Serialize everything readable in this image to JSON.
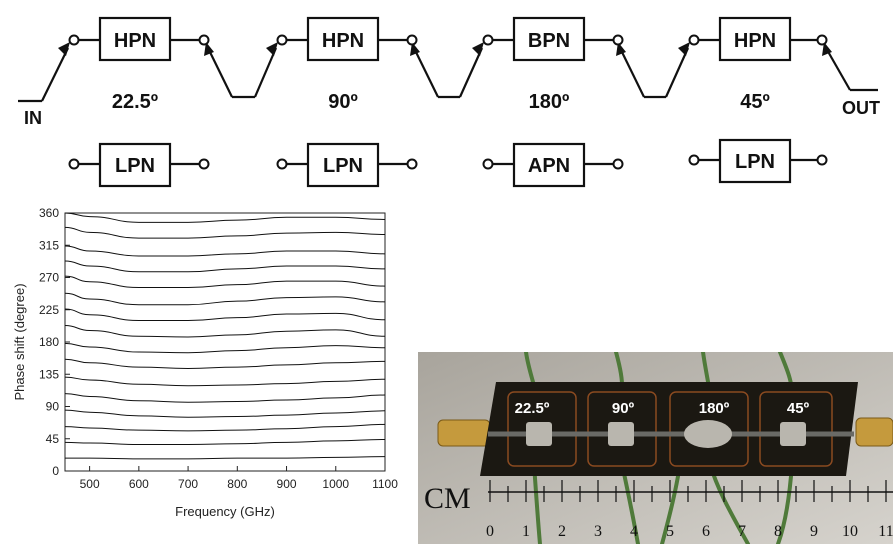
{
  "schematic": {
    "input_label": "IN",
    "output_label": "OUT",
    "stages": [
      {
        "top": "HPN",
        "bottom": "LPN",
        "angle": "22.5º"
      },
      {
        "top": "HPN",
        "bottom": "LPN",
        "angle": "90º"
      },
      {
        "top": "BPN",
        "bottom": "APN",
        "angle": "180º"
      },
      {
        "top": "HPN",
        "bottom": "LPN",
        "angle": "45º"
      }
    ]
  },
  "photo": {
    "labels": [
      "22.5º",
      "90º",
      "180º",
      "45º"
    ],
    "ruler_unit": "CM",
    "ruler_numbers": [
      "0",
      "1",
      "2",
      "3",
      "4",
      "5",
      "6",
      "7",
      "8",
      "9",
      "10",
      "11"
    ]
  },
  "chart_data": {
    "type": "line",
    "xlabel": "Frequency (GHz)",
    "ylabel": "Phase shift (degree)",
    "xlim": [
      450,
      1100
    ],
    "ylim": [
      0,
      360
    ],
    "xticks": [
      500,
      600,
      700,
      800,
      900,
      1000,
      1100
    ],
    "yticks": [
      0,
      45,
      90,
      135,
      180,
      225,
      270,
      315,
      360
    ],
    "x": [
      450,
      500,
      600,
      700,
      800,
      900,
      1000,
      1100
    ],
    "series": [
      {
        "values": [
          18,
          18,
          17,
          17,
          18,
          18,
          19,
          20
        ]
      },
      {
        "values": [
          40,
          39,
          37,
          37,
          38,
          40,
          42,
          44
        ]
      },
      {
        "values": [
          62,
          60,
          57,
          56,
          57,
          59,
          62,
          65
        ]
      },
      {
        "values": [
          85,
          82,
          77,
          75,
          76,
          78,
          81,
          84
        ]
      },
      {
        "values": [
          108,
          104,
          98,
          96,
          97,
          99,
          102,
          106
        ]
      },
      {
        "values": [
          131,
          127,
          121,
          119,
          120,
          122,
          125,
          128
        ]
      },
      {
        "values": [
          156,
          151,
          145,
          143,
          145,
          148,
          151,
          153
        ]
      },
      {
        "values": [
          178,
          173,
          166,
          165,
          168,
          172,
          175,
          172
        ]
      },
      {
        "values": [
          203,
          196,
          188,
          187,
          190,
          195,
          197,
          188
        ]
      },
      {
        "values": [
          226,
          218,
          210,
          210,
          214,
          219,
          220,
          211
        ]
      },
      {
        "values": [
          248,
          240,
          232,
          232,
          237,
          242,
          243,
          236
        ]
      },
      {
        "values": [
          272,
          264,
          256,
          256,
          260,
          265,
          265,
          258
        ]
      },
      {
        "values": [
          293,
          286,
          278,
          278,
          282,
          286,
          286,
          282
        ]
      },
      {
        "values": [
          314,
          307,
          300,
          300,
          303,
          307,
          307,
          303
        ]
      },
      {
        "values": [
          340,
          333,
          325,
          325,
          328,
          332,
          333,
          330
        ]
      },
      {
        "values": [
          362,
          355,
          347,
          347,
          350,
          354,
          354,
          351
        ]
      }
    ]
  }
}
